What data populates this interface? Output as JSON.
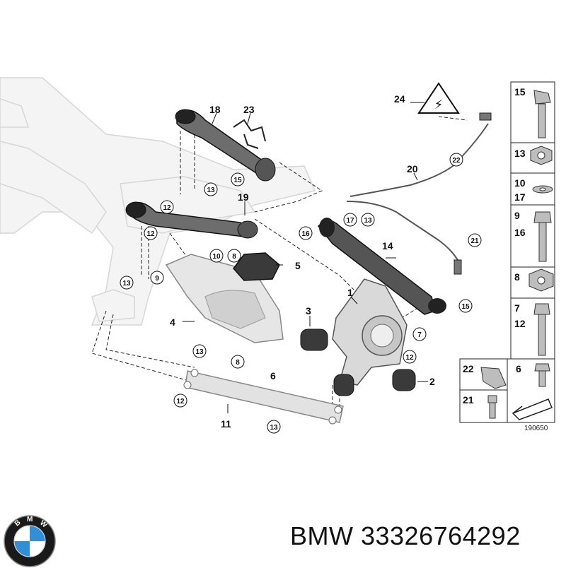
{
  "parts": {
    "p1": "1",
    "p2": "2",
    "p3": "3",
    "p4": "4",
    "p5": "5",
    "p6": "6",
    "p7": "7",
    "p8a": "8",
    "p8b": "8",
    "p9": "9",
    "p10": "10",
    "p11": "11",
    "p14": "14",
    "p15a": "15",
    "p15b": "15",
    "p16": "16",
    "p17": "17",
    "p18": "18",
    "p19": "19",
    "p20": "20",
    "p21": "21",
    "p22": "22",
    "p23": "23",
    "p24": "24",
    "c12a": "12",
    "c12b": "12",
    "c12c": "12",
    "c12d": "12",
    "c13a": "13",
    "c13b": "13",
    "c13c": "13",
    "c13d": "13",
    "c13e": "13"
  },
  "legend": {
    "r1": "15",
    "r2": "13",
    "r3a": "10",
    "r3b": "17",
    "r4a": "9",
    "r4b": "16",
    "r5": "8",
    "r6a": "7",
    "r6b": "12",
    "r7a": "22",
    "r7b": "6",
    "r8": "21"
  },
  "drawing_id": "190650",
  "caption": "BMW 33326764292",
  "logo": {
    "text": "BMW",
    "colors": {
      "blue": "#2f8fd8",
      "dark": "#1a1a1a",
      "white": "#ffffff"
    }
  }
}
